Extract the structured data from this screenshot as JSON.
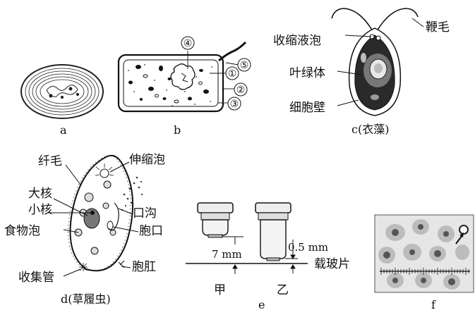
{
  "panel_a": {
    "caption": "a"
  },
  "panel_b": {
    "caption": "b",
    "numbers": [
      "④",
      "⑤",
      "①",
      "②",
      "③"
    ]
  },
  "panel_c": {
    "caption": "c(衣藻)",
    "labels": {
      "flagellum": "鞭毛",
      "contractile_vacuole": "收缩液泡",
      "chloroplast": "叶绿体",
      "cell_wall": "细胞壁"
    }
  },
  "panel_d": {
    "caption": "d(草履虫)",
    "labels": {
      "cilia": "纤毛",
      "contractile_vacuole": "伸缩泡",
      "macronucleus": "大核",
      "micronucleus": "小核",
      "oral_groove": "口沟",
      "food_vacuole": "食物泡",
      "cytostome": "胞口",
      "collecting_canal": "收集管",
      "cytoproct": "胞肛"
    }
  },
  "panel_e": {
    "caption": "e",
    "distance_1": "7 mm",
    "distance_2": "0.5 mm",
    "slide": "载玻片",
    "objective_1": "甲",
    "objective_2": "乙"
  },
  "panel_f": {
    "caption": "f"
  }
}
